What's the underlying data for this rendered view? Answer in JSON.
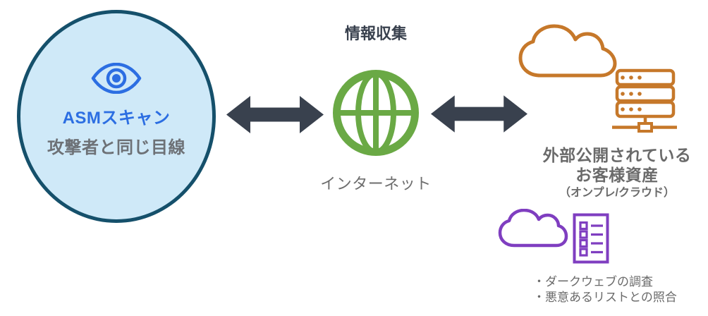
{
  "asm_circle": {
    "title": "ASMスキャン",
    "subtitle": "攻撃者と同じ目線"
  },
  "internet": {
    "top_label": "情報収集",
    "bottom_label": "インターネット"
  },
  "assets": {
    "title_line1": "外部公開されている",
    "title_line2": "お客様資産",
    "subtitle": "（オンプレ/クラウド）",
    "notes": [
      "・ダークウェブの調査",
      "・悪意あるリストとの照合"
    ]
  },
  "icons": {
    "eye": "eye-icon",
    "globe": "globe-icon",
    "left_arrow": "double-arrow-icon",
    "right_arrow": "double-arrow-icon",
    "orange_cloud": "cloud-icon",
    "server": "server-icon",
    "purple_cloud": "cloud-icon",
    "checklist": "checklist-icon"
  },
  "colors": {
    "circle_fill": "#cfe9f8",
    "circle_border": "#15506b",
    "accent_blue": "#2c6ee2",
    "gray_text": "#6e6e6e",
    "dark_slate": "#39414e",
    "globe_green": "#6aa945",
    "orange": "#c6782a",
    "purple": "#7f3ec0"
  }
}
